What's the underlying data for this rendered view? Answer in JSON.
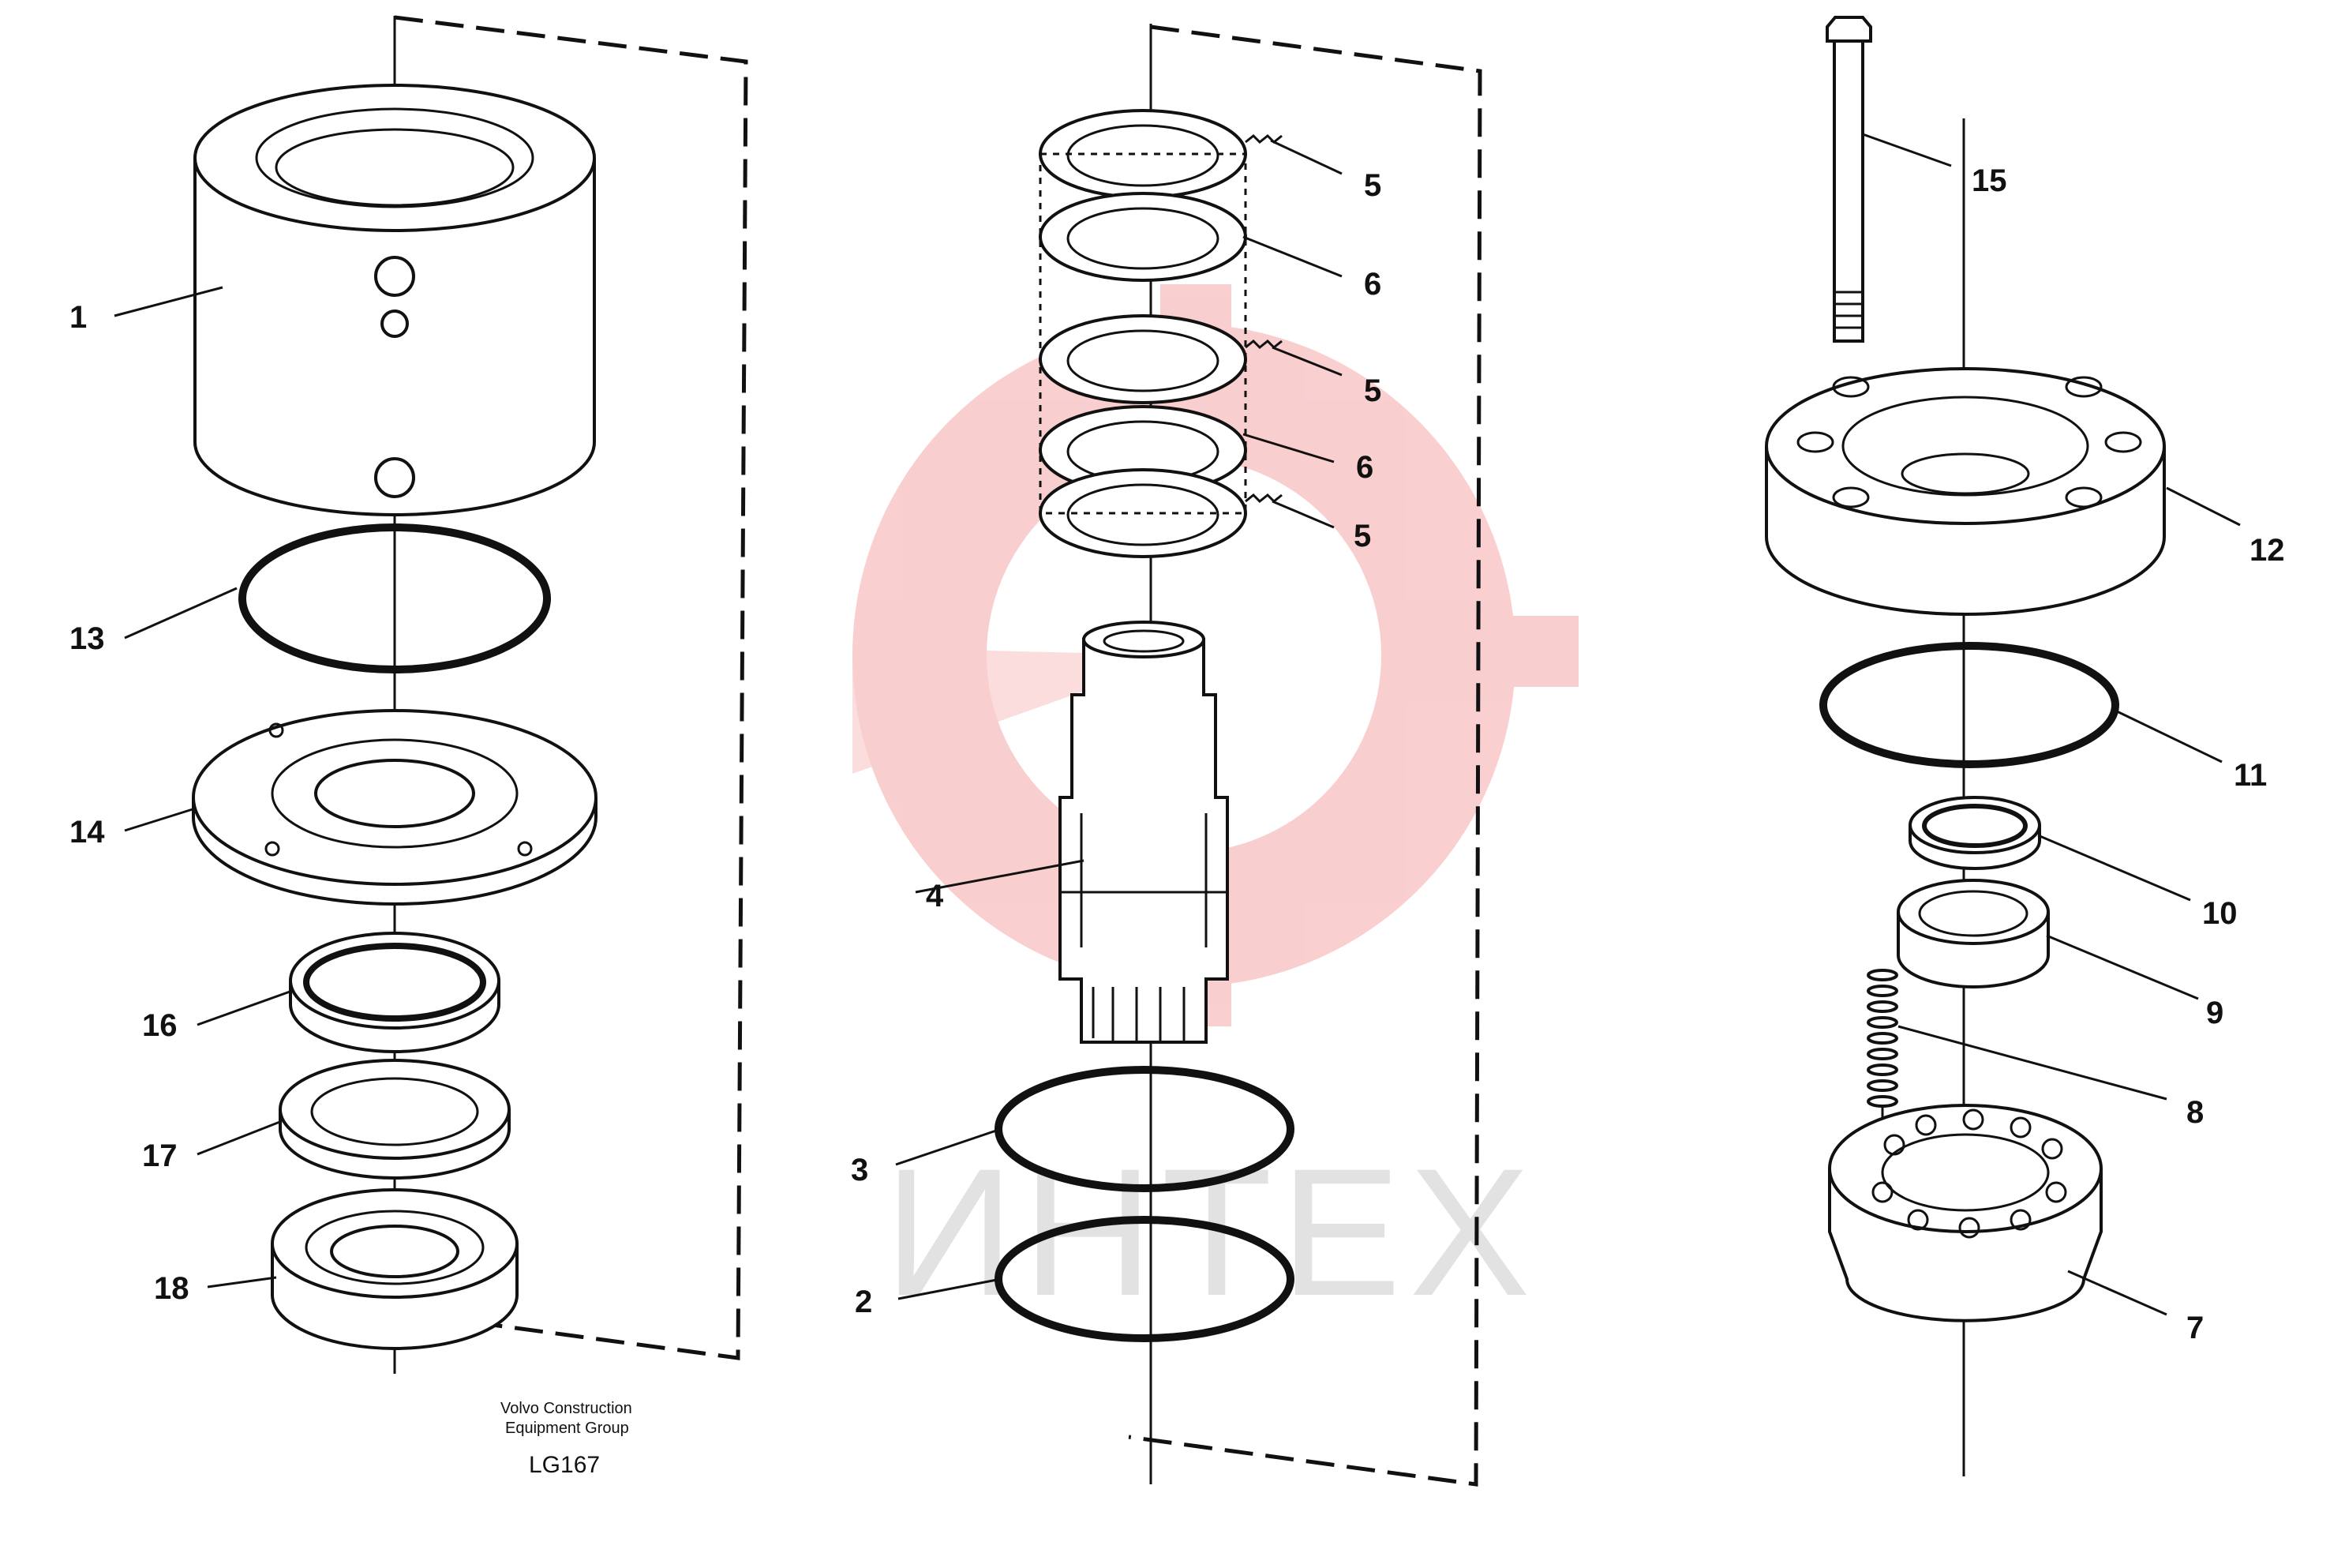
{
  "callouts": {
    "c1": "1",
    "c2": "2",
    "c3": "3",
    "c4": "4",
    "c5a": "5",
    "c5b": "5",
    "c5c": "5",
    "c6a": "6",
    "c6b": "6",
    "c7": "7",
    "c8": "8",
    "c9": "9",
    "c10": "10",
    "c11": "11",
    "c12": "12",
    "c13": "13",
    "c14": "14",
    "c15": "15",
    "c16": "16",
    "c17": "17",
    "c18": "18"
  },
  "caption": {
    "line1": "Volvo Construction",
    "line2": "Equipment Group",
    "code": "LG167"
  },
  "watermark": {
    "text": "ИНТЕХ",
    "color": "#e8262b"
  }
}
